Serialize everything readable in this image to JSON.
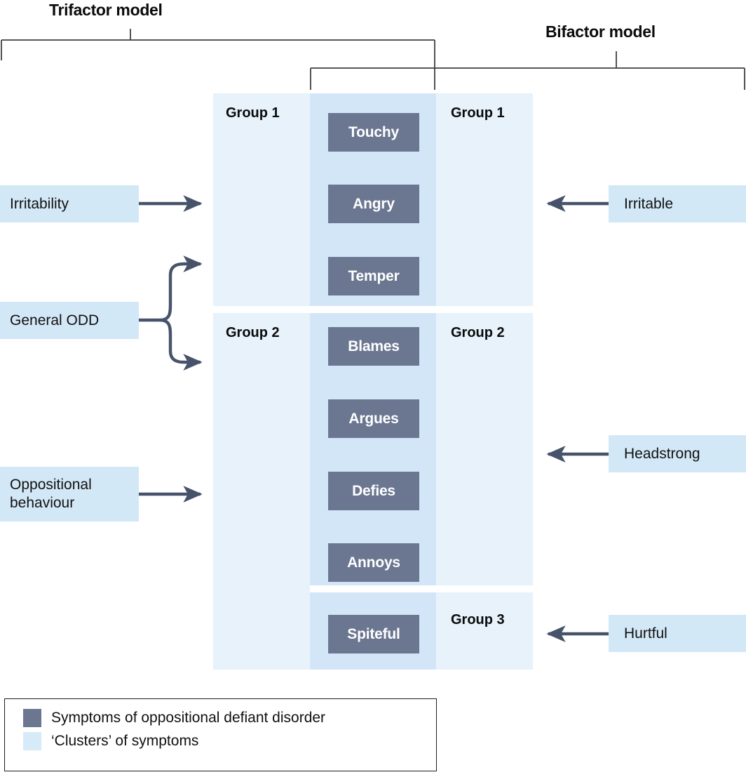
{
  "models": {
    "trifactor_title": "Trifactor model",
    "bifactor_title": "Bifactor model"
  },
  "trifactor": {
    "group_labels": [
      "Group 1",
      "Group 2"
    ],
    "factors": [
      {
        "label": "Irritability",
        "arrow": "single-right"
      },
      {
        "label": "General ODD",
        "arrow": "branch-right-two"
      },
      {
        "label": "Oppositional\nbehaviour",
        "arrow": "single-right"
      }
    ]
  },
  "symptoms": [
    {
      "label": "Touchy",
      "group": "Group 1"
    },
    {
      "label": "Angry",
      "group": "Group 1"
    },
    {
      "label": "Temper",
      "group": "Group 1"
    },
    {
      "label": "Blames",
      "group": "Group 2"
    },
    {
      "label": "Argues",
      "group": "Group 2"
    },
    {
      "label": "Defies",
      "group": "Group 2"
    },
    {
      "label": "Annoys",
      "group": "Group 2"
    },
    {
      "label": "Spiteful",
      "group": "Group 3"
    }
  ],
  "bifactor": {
    "group_labels": [
      "Group 1",
      "Group 2",
      "Group 3"
    ],
    "factors": [
      {
        "label": "Irritable",
        "arrow": "single-left"
      },
      {
        "label": "Headstrong",
        "arrow": "single-left"
      },
      {
        "label": "Hurtful",
        "arrow": "single-left"
      }
    ]
  },
  "legend": {
    "items": [
      {
        "swatch": "symptom-swatch",
        "label": "Symptoms of oppositional defiant disorder"
      },
      {
        "swatch": "cluster-swatch",
        "label": "‘Clusters’ of symptoms"
      }
    ]
  },
  "colors": {
    "symptom_box": "#6b7791",
    "cluster_light": "#e7f2fb",
    "cluster_mid": "#d3e6f8",
    "chip": "#d3e8f7",
    "arrow": "#46536b",
    "bracket": "#3f3f3f",
    "text": "#111111"
  }
}
